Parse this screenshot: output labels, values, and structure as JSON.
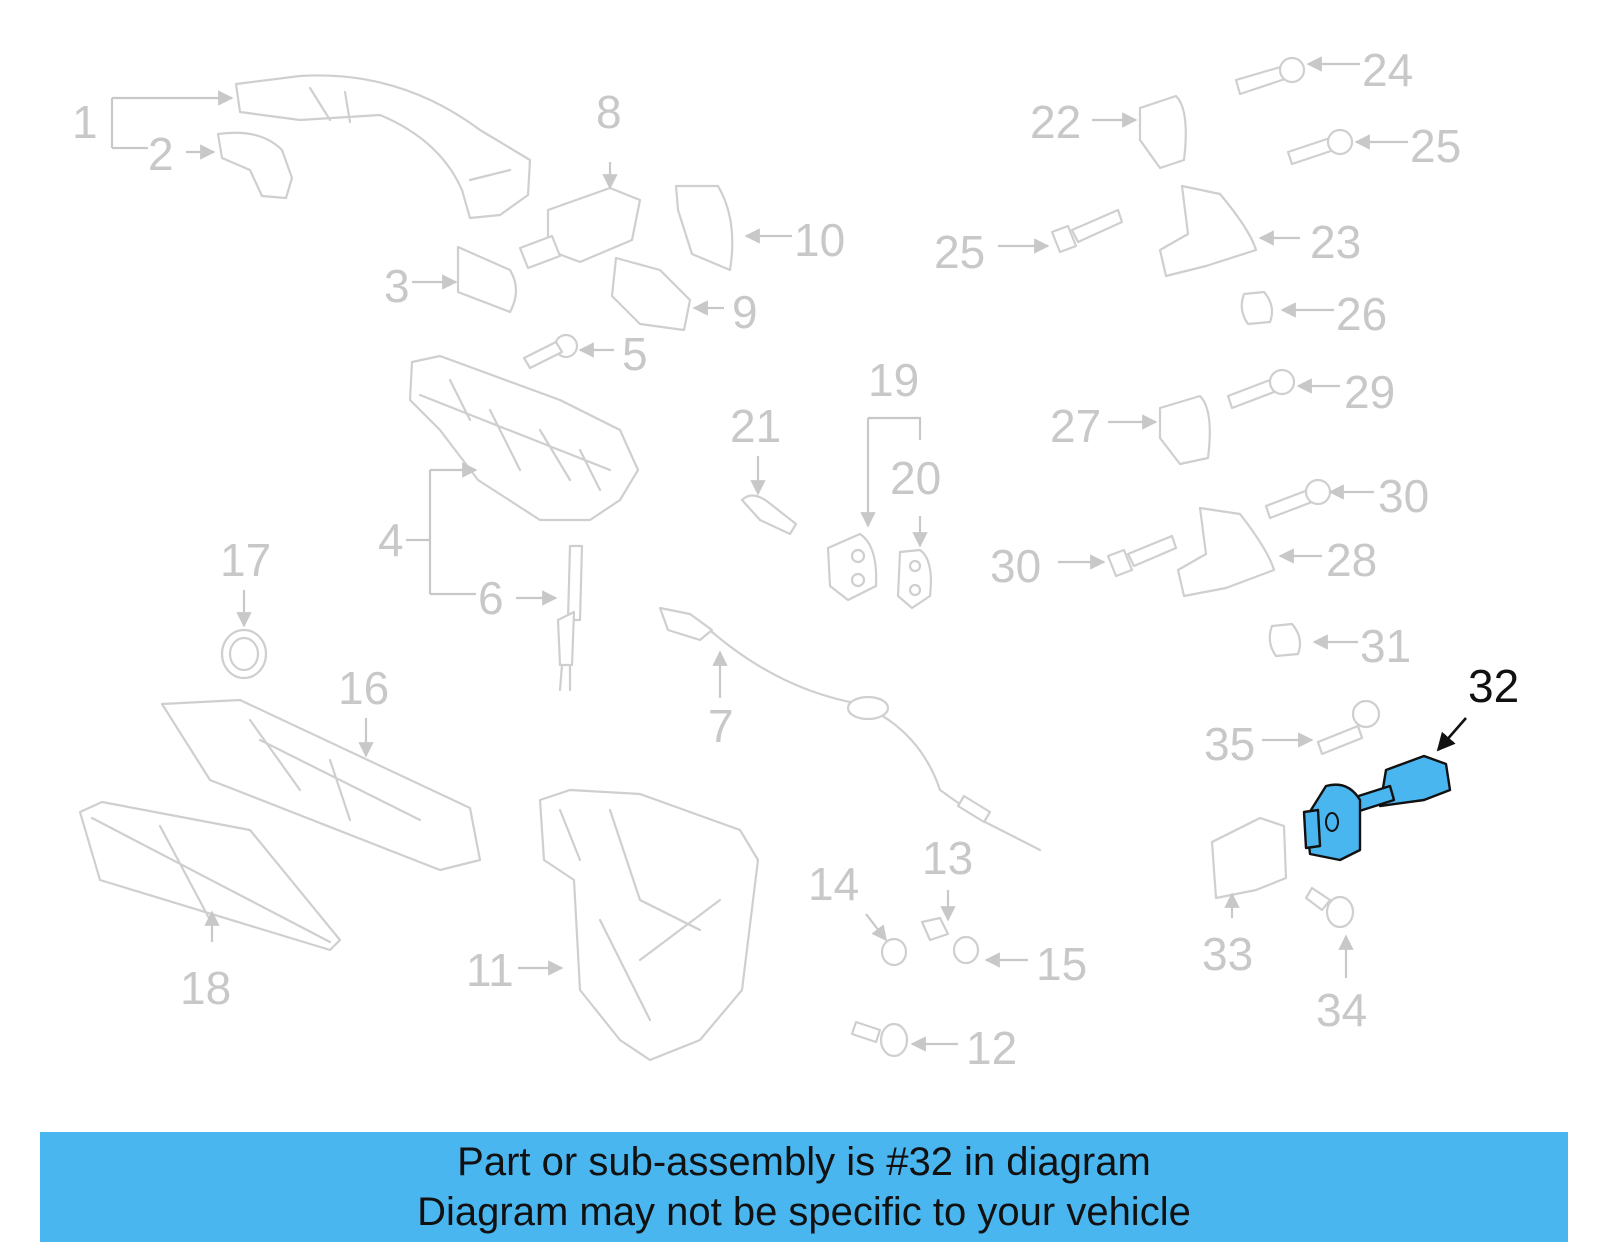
{
  "diagram": {
    "callouts": [
      "1",
      "2",
      "3",
      "4",
      "5",
      "6",
      "7",
      "8",
      "9",
      "10",
      "11",
      "12",
      "13",
      "14",
      "15",
      "16",
      "17",
      "18",
      "19",
      "20",
      "21",
      "22",
      "23",
      "24",
      "25",
      "25",
      "26",
      "27",
      "28",
      "29",
      "30",
      "30",
      "31",
      "32",
      "33",
      "34",
      "35"
    ],
    "highlight_callout": "32",
    "colors": {
      "part_line": "#cfcfcf",
      "label": "#c8c8c8",
      "highlight_fill": "#4ab6ef",
      "highlight_text": "#111111"
    }
  },
  "banner": {
    "line1": "Part or sub-assembly is #32 in diagram",
    "line2": "Diagram may not be specific to your vehicle",
    "color": "#4ab6ef"
  }
}
